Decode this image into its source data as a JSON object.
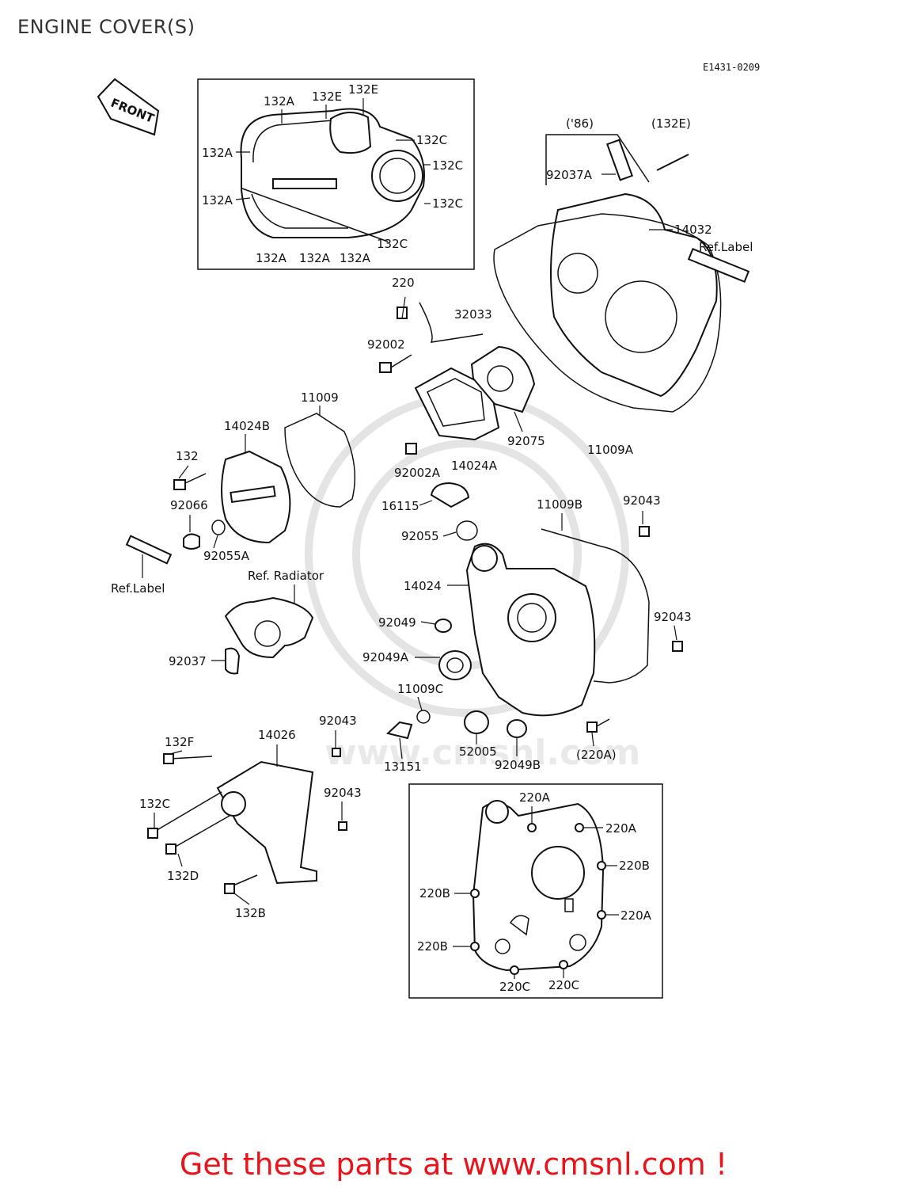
{
  "page": {
    "title": "ENGINE COVER(S)",
    "diagram_code": "E1431-0209",
    "footer_text": "Get these parts at www.cmsnl.com !",
    "watermark": "www.cmsnl.com",
    "colors": {
      "footer": "#e8141b",
      "lines": "#111111",
      "watermark": "#e4e4e4"
    }
  },
  "front_arrow": "FRONT",
  "labels": {
    "inset1": [
      "132A",
      "132E",
      "132E",
      "132C",
      "132C",
      "132C",
      "132C",
      "132A",
      "132A",
      "132A",
      "132A",
      "132A"
    ],
    "top_right": [
      "('86)",
      "(132E)",
      "92037A",
      "14032",
      "Ref.Label"
    ],
    "middle": [
      "220",
      "32033",
      "92002",
      "11009",
      "14024B",
      "132",
      "92066",
      "92055A",
      "92075",
      "11009A",
      "92002A",
      "14024A",
      "16115",
      "92055"
    ],
    "left": [
      "Ref.Label",
      "Ref. Radiator",
      "92037"
    ],
    "right_cover": [
      "11009B",
      "92043",
      "14024",
      "92049",
      "92049A",
      "92043",
      "11009C",
      "13151",
      "52005",
      "92049B",
      "(220A)"
    ],
    "bottom_left": [
      "132F",
      "14026",
      "92043",
      "92043",
      "132C",
      "132D",
      "132B"
    ],
    "inset2": [
      "220A",
      "220A",
      "220B",
      "220B",
      "220A",
      "220B",
      "220C",
      "220C"
    ]
  }
}
